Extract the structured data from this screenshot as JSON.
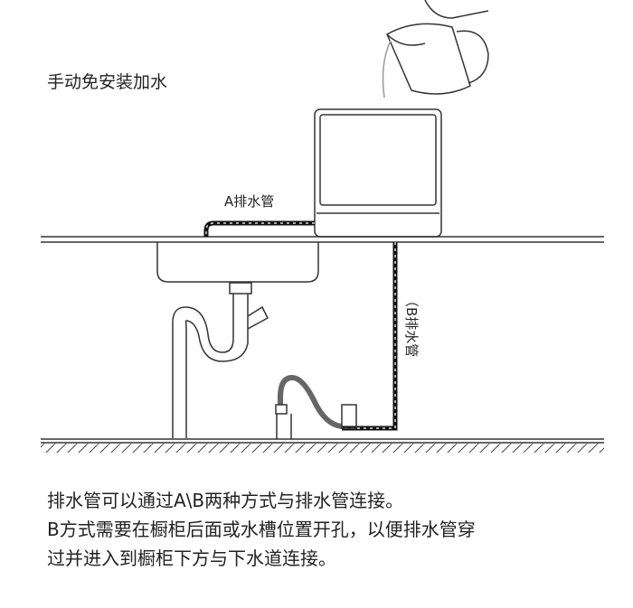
{
  "title": "手动免安装加水",
  "labels": {
    "pipe_a": "A排水管",
    "pipe_b": "（B排水管"
  },
  "description": [
    "排水管可以通过A\\B两种方式与排水管连接。",
    "B方式需要在橱柜后面或水槽位置开孔，以便排水管穿",
    "过并进入到橱柜下方与下水道连接。"
  ]
}
